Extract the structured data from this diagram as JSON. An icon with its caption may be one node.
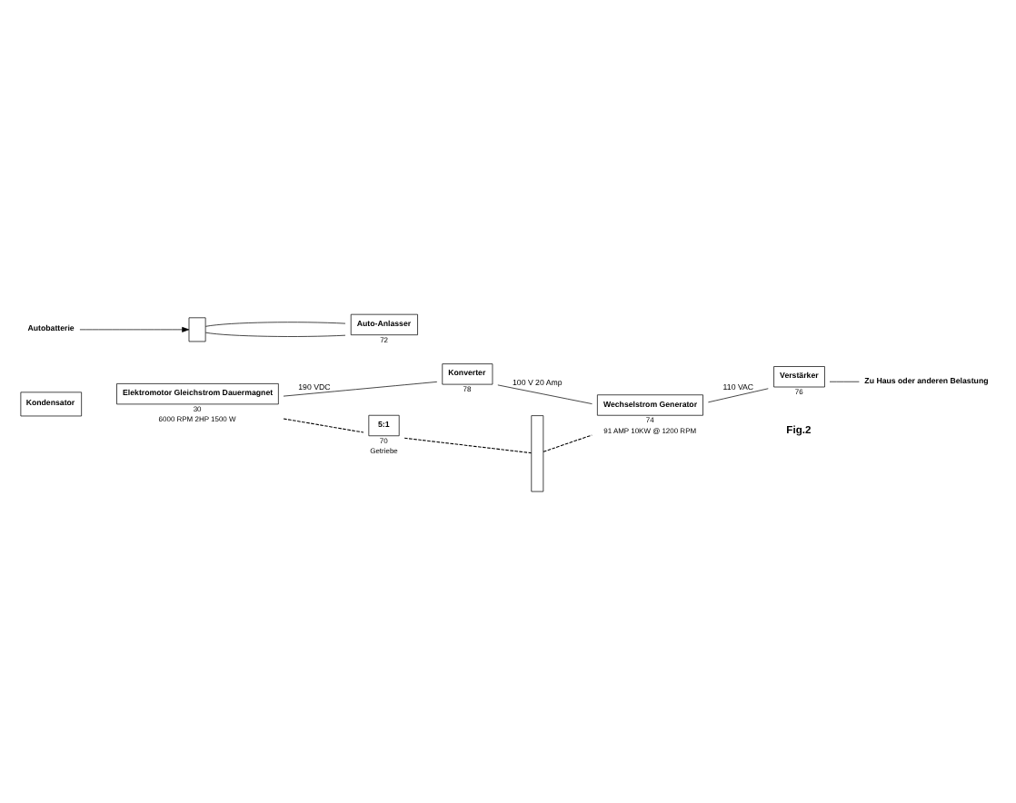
{
  "diagram": {
    "nodes": [
      {
        "text": [
          "Konverter"
        ],
        "beside": [
          "78"
        ]
      },
      {
        "text": [
          "Verstärker"
        ],
        "beside": [
          "76"
        ]
      },
      {
        "text": [
          "Zu Haus oder anderen Belastung"
        ]
      },
      {
        "text": [
          "Kondensator"
        ]
      },
      {
        "text": [
          "Elektromotor Gleichstrom Dauermagnet"
        ],
        "beside": [
          "30",
          "6000 RPM 2HP 1500 W"
        ]
      },
      {
        "text": [
          "5:1"
        ],
        "beside": [
          "70",
          "Getriebe"
        ]
      },
      {
        "text": [],
        "shape": "bar"
      },
      {
        "text": [
          "Wechselstrom Generator"
        ],
        "beside": [
          "74",
          "91 AMP 10KW @ 1200 RPM"
        ]
      },
      {
        "text": [
          "Auto-Anlasser"
        ],
        "beside": [
          "72"
        ]
      },
      {
        "text": [],
        "shape": "box"
      },
      {
        "text": [
          "Autobatterie"
        ]
      }
    ],
    "edges": [
      {
        "from": 4,
        "to": 0,
        "arrow": "none",
        "label": "190 VDC"
      },
      {
        "from": 0,
        "to": 7,
        "arrow": "none",
        "label": "100 V 20 Amp"
      },
      {
        "from": 7,
        "to": 1,
        "arrow": "none",
        "label": "110 VAC"
      },
      {
        "from": 1,
        "to": 2,
        "arrow": "none"
      },
      {
        "from": 4,
        "to": 5,
        "arrow": "none",
        "style": "dashed"
      },
      {
        "from": 5,
        "to": 6,
        "arrow": "none",
        "style": "dashed"
      },
      {
        "from": 6,
        "to": 7,
        "arrow": "none",
        "style": "dashed"
      },
      {
        "from": 9,
        "to": 8,
        "arrow": "none"
      },
      {
        "from": 9,
        "to": 8,
        "arrow": "none"
      },
      {
        "from": 10,
        "to": 9,
        "arrow": "to"
      }
    ],
    "labels": [
      "Fig.2"
    ]
  }
}
